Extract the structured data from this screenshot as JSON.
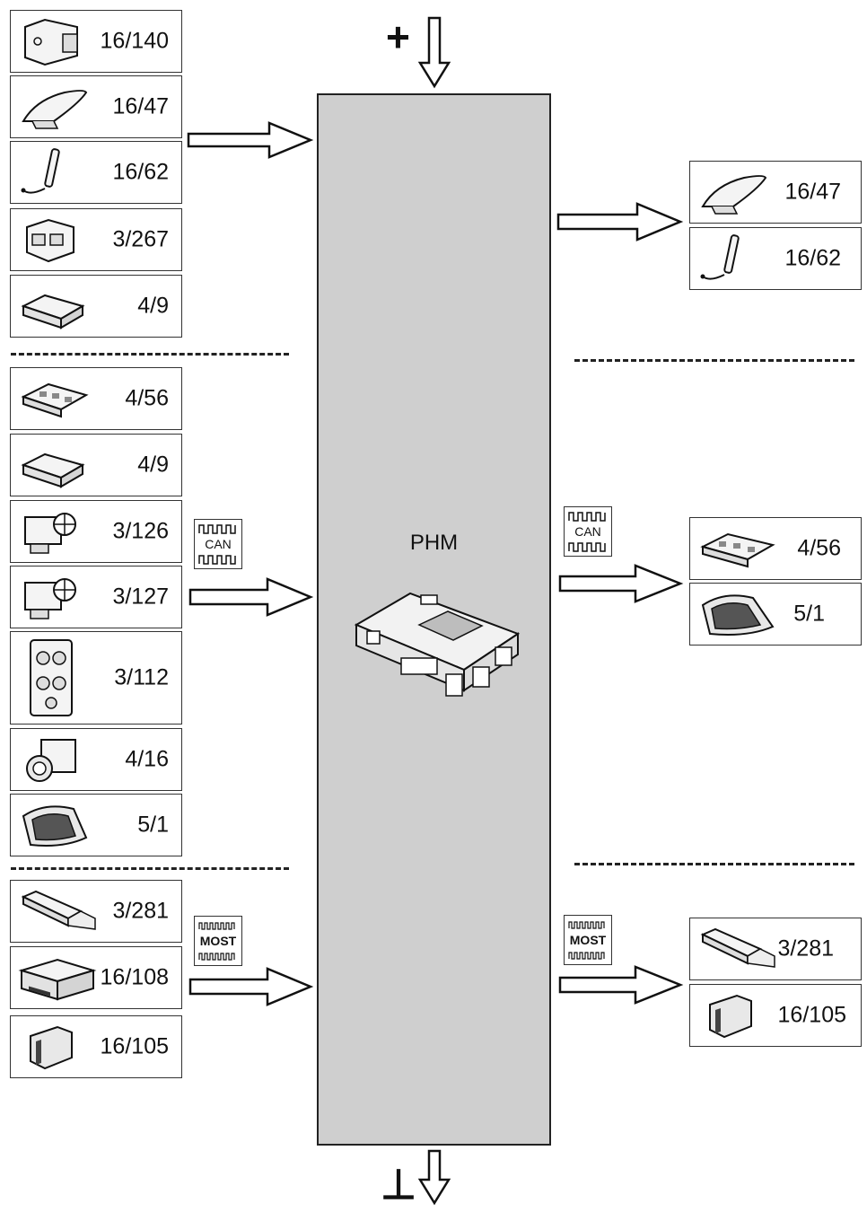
{
  "power_symbol": "+",
  "ground_symbol": "⊥",
  "module": {
    "label": "PHM"
  },
  "badges": {
    "can": "CAN",
    "most": "MOST"
  },
  "left": {
    "group1": [
      "16/140",
      "16/47",
      "16/62",
      "3/267",
      "4/9"
    ],
    "group2": [
      "4/56",
      "4/9",
      "3/126",
      "3/127",
      "3/112",
      "4/16",
      "5/1"
    ],
    "group3": [
      "3/281",
      "16/108",
      "16/105"
    ]
  },
  "right": {
    "group1": [
      "16/47",
      "16/62"
    ],
    "group2": [
      "4/56",
      "5/1"
    ],
    "group3": [
      "3/281",
      "16/105"
    ]
  }
}
